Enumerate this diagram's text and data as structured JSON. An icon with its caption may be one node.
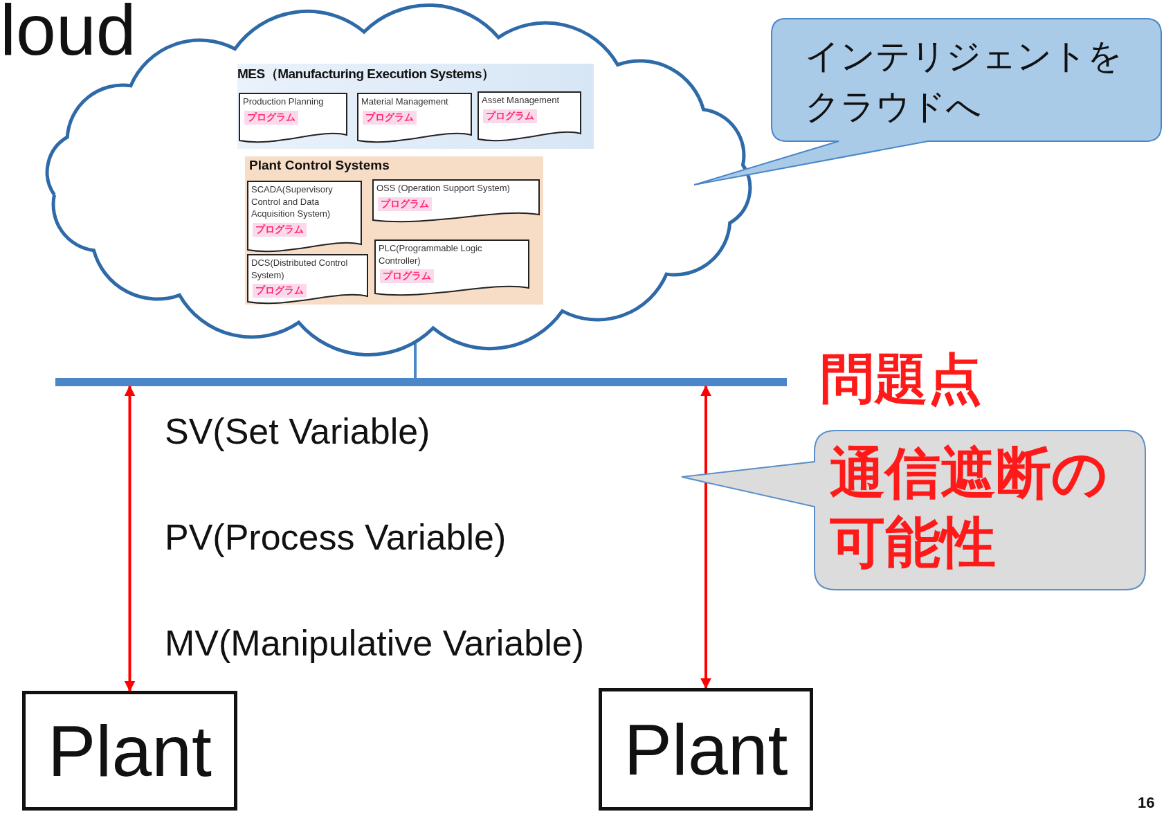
{
  "diagram": {
    "nodes": [
      {
        "text": [],
        "shape": "cloud"
      },
      {
        "text": [
          "MES（Manufacturing Execution Systems）"
        ],
        "in": 0
      },
      {
        "text": [
          "Production Planning",
          "プログラム"
        ],
        "in": 1
      },
      {
        "text": [
          "Material Management",
          "プログラム"
        ],
        "in": 1
      },
      {
        "text": [
          "Asset Management",
          "プログラム"
        ],
        "in": 1
      },
      {
        "text": [
          "Plant Control Systems"
        ],
        "in": 0
      },
      {
        "text": [
          "SCADA(Supervisory Control and Data Acquisition System)",
          "プログラム"
        ],
        "in": 5
      },
      {
        "text": [
          "OSS (Operation Support System)",
          "プログラム"
        ],
        "in": 5
      },
      {
        "text": [
          "DCS(Distributed Control System)",
          "プログラム"
        ],
        "in": 5
      },
      {
        "text": [
          "PLC(Programmable Logic Controller)",
          "プログラム"
        ],
        "in": 5
      },
      {
        "text": [
          "インテリジェントをクラウドへ"
        ]
      },
      {
        "text": [],
        "shape": "bar"
      },
      {
        "text": [
          "Plant"
        ]
      },
      {
        "text": [
          "Plant"
        ]
      },
      {
        "text": [
          "通信遮断の可能性"
        ]
      }
    ],
    "edges": [
      {
        "from": 0,
        "to": 11,
        "arrow": "none",
        "color": "#4a86c8"
      },
      {
        "from": 11,
        "to": 12,
        "arrow": "both"
      },
      {
        "from": 11,
        "to": 13,
        "arrow": "both"
      }
    ],
    "labels": [
      "loud",
      "問題点",
      "SV(Set Variable)",
      "PV(Process Variable)",
      "MV(Manipulative Variable)",
      "16"
    ]
  }
}
